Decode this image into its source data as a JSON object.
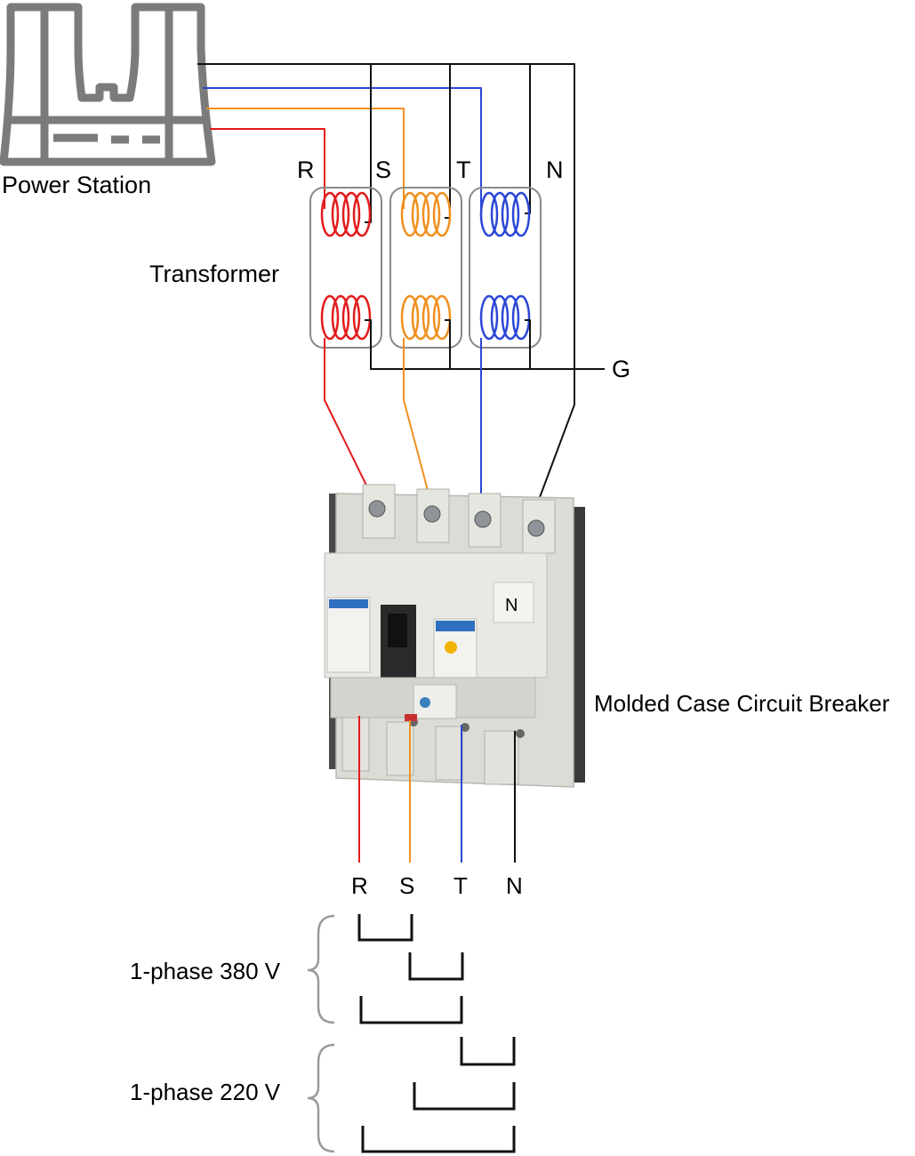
{
  "labels": {
    "power_station": "Power Station",
    "transformer": "Transformer",
    "breaker": "Molded Case Circuit Breaker",
    "ground": "G",
    "breaker_terminal_n": "N"
  },
  "phases_top": [
    "R",
    "S",
    "T",
    "N"
  ],
  "phases_bottom": [
    "R",
    "S",
    "T",
    "N"
  ],
  "groups": [
    {
      "label": "1-phase 380 V"
    },
    {
      "label": "1-phase 220 V"
    }
  ],
  "colors": {
    "R": "#e31b1b",
    "S": "#f0901e",
    "T": "#2b47d6",
    "N": "#111111",
    "building": "#7b7b7b",
    "breaker_body": "#dcdcd6"
  },
  "icons": {
    "power_station": "power-plant-icon"
  }
}
